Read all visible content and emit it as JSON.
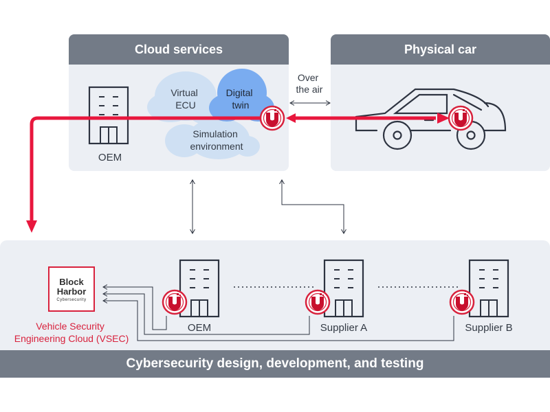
{
  "cloud_services": {
    "title": "Cloud services",
    "oem_label": "OEM",
    "virtual_ecu": [
      "Virtual",
      "ECU"
    ],
    "digital_twin": [
      "Digital",
      "twin"
    ],
    "simulation": [
      "Simulation",
      "environment"
    ]
  },
  "physical_car": {
    "title": "Physical car"
  },
  "over_the_air": [
    "Over",
    "the air"
  ],
  "vsec": {
    "logo_line1": "Block",
    "logo_line2": "Harbor",
    "logo_tagline": "Cybersecurity",
    "label": [
      "Vehicle Security",
      "Engineering Cloud (VSEC)"
    ]
  },
  "bottom_entities": [
    {
      "label": "OEM"
    },
    {
      "label": "Supplier A"
    },
    {
      "label": "Supplier B"
    }
  ],
  "footer": {
    "title": "Cybersecurity design, development, and testing"
  },
  "colors": {
    "red": "#e8173d",
    "header_gray": "#737b87",
    "panel_bg": "#eceff4",
    "icon_stroke": "#2d3340",
    "cloud_light": "#cfe0f3",
    "cloud_dark": "#7aacf0"
  }
}
